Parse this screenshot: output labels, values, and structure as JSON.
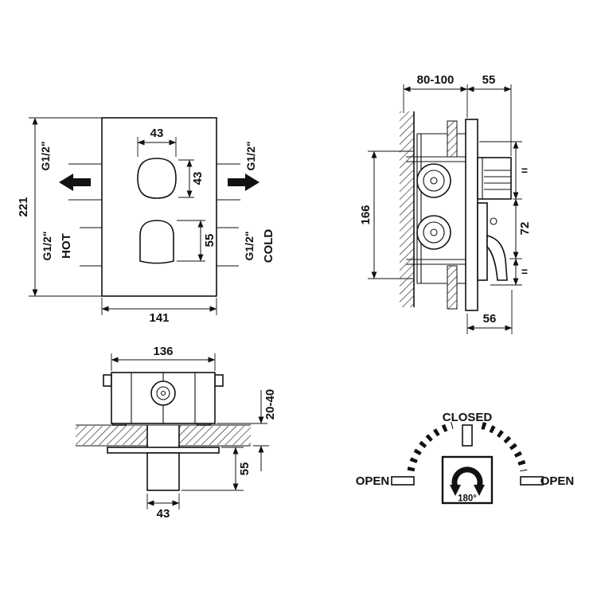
{
  "front_view": {
    "dim_top_width": "43",
    "dim_knob_height": "43",
    "dim_lever_height": "55",
    "dim_overall_height": "221",
    "dim_overall_width": "141",
    "thread_outlet_left": "G1/2\"",
    "thread_outlet_right": "G1/2\"",
    "thread_inlet_left": "G1/2\"",
    "inlet_left_label": "HOT",
    "thread_inlet_right": "G1/2\"",
    "inlet_right_label": "COLD"
  },
  "side_view": {
    "dim_recess_depth": "80-100",
    "dim_handle_projection": "55",
    "dim_body_height": "166",
    "dim_handle_centers": "72",
    "equal_mark_top": "=",
    "equal_mark_bottom": "=",
    "dim_plate_projection": "56"
  },
  "plan_view": {
    "dim_body_width": "136",
    "dim_wall_thickness": "20-40",
    "dim_spout_projection": "55",
    "dim_spout_width": "43"
  },
  "rotation_diagram": {
    "closed_label": "CLOSED",
    "open_left_label": "OPEN",
    "open_right_label": "OPEN",
    "rotation_angle": "180°"
  },
  "colors": {
    "line": "#111111",
    "background": "#ffffff"
  }
}
